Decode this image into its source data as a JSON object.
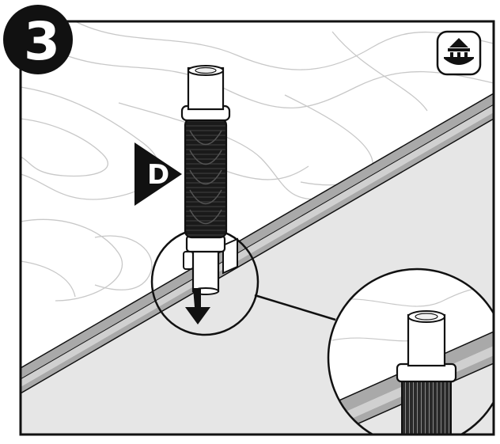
{
  "step": {
    "number": "3"
  },
  "callout": {
    "label": "D",
    "arrow": "right-pointing-triangle"
  },
  "icons": {
    "corner_icon": "upward-install-arrow-icon",
    "down_arrow": "down-arrow-icon",
    "step_badge": "step-number-badge"
  },
  "colors": {
    "line": "#111111",
    "panel_face": "#e6e6e6",
    "panel_edge": "#a9a9a9",
    "background": "#ffffff",
    "contour": "#c8c8c8",
    "pipe": "#ffffff",
    "grip": "#1a1a1a"
  }
}
